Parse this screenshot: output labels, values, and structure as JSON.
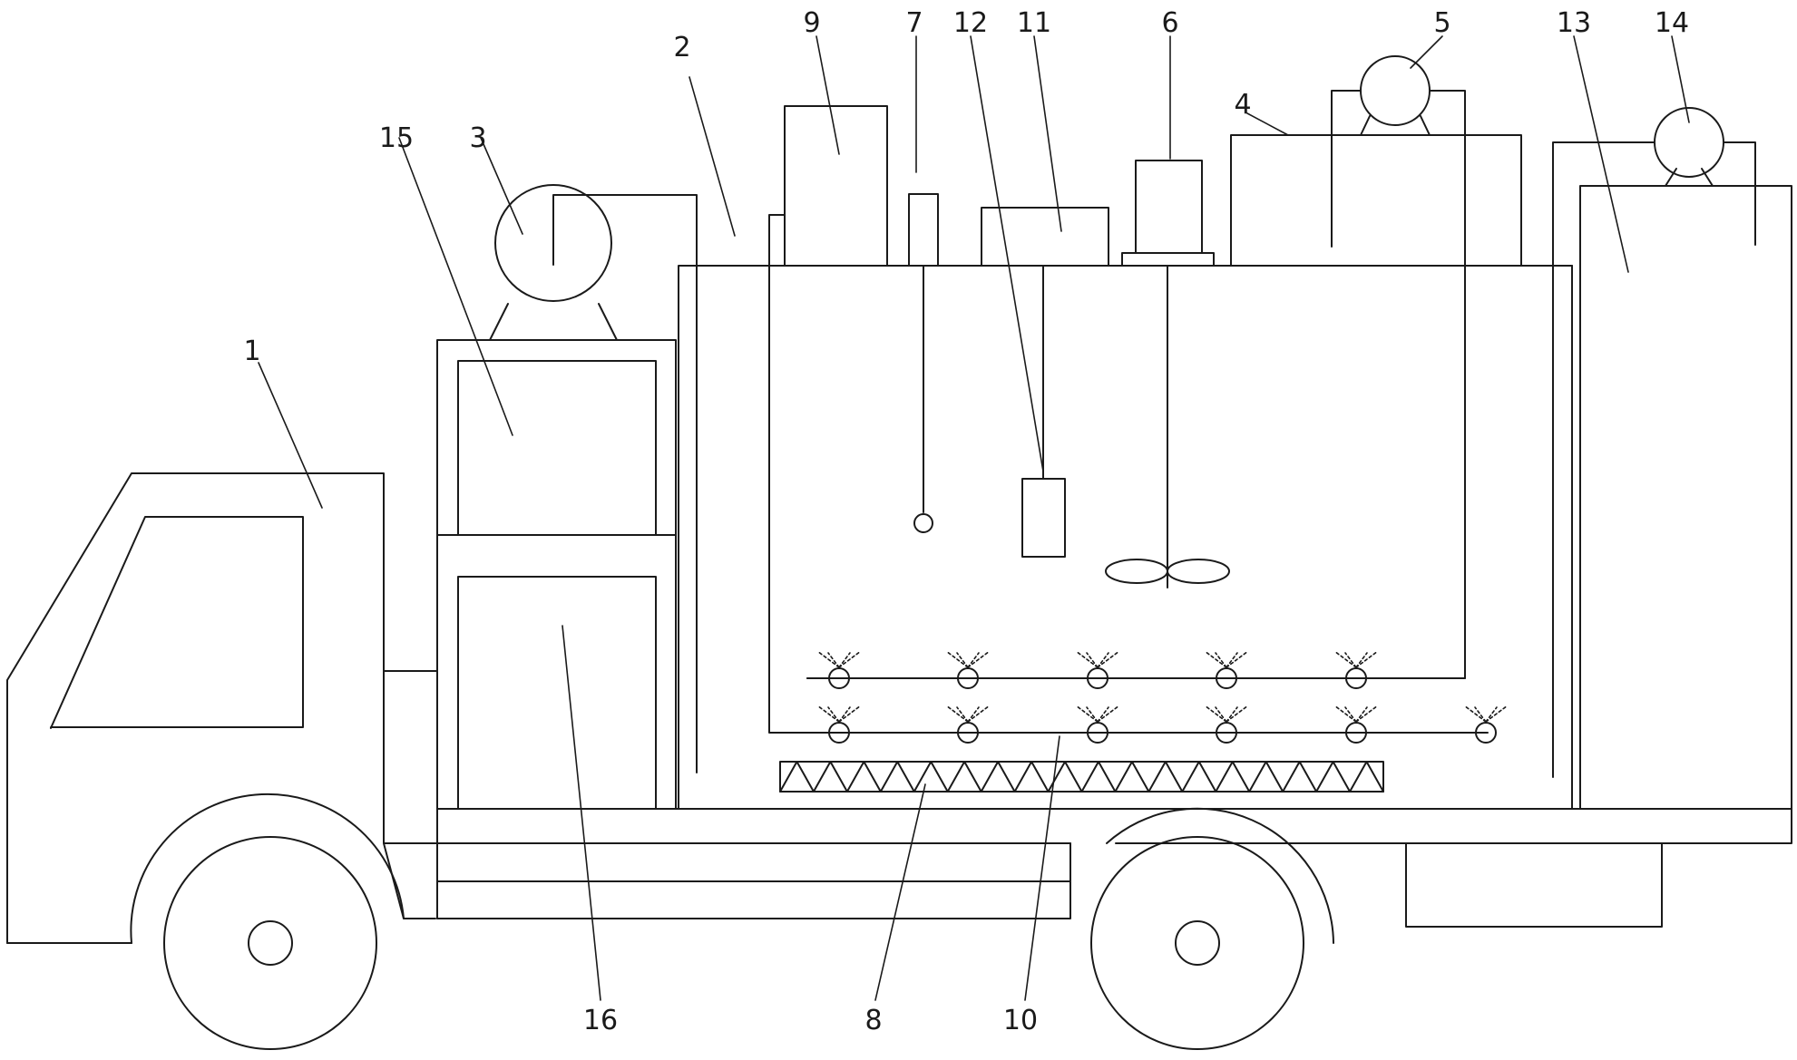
{
  "diagram": {
    "labels": {
      "l1": "1",
      "l2": "2",
      "l3": "3",
      "l4": "4",
      "l5": "5",
      "l6": "6",
      "l7": "7",
      "l8": "8",
      "l9": "9",
      "l10": "10",
      "l11": "11",
      "l12": "12",
      "l13": "13",
      "l14": "14",
      "l15": "15",
      "l16": "16"
    }
  }
}
